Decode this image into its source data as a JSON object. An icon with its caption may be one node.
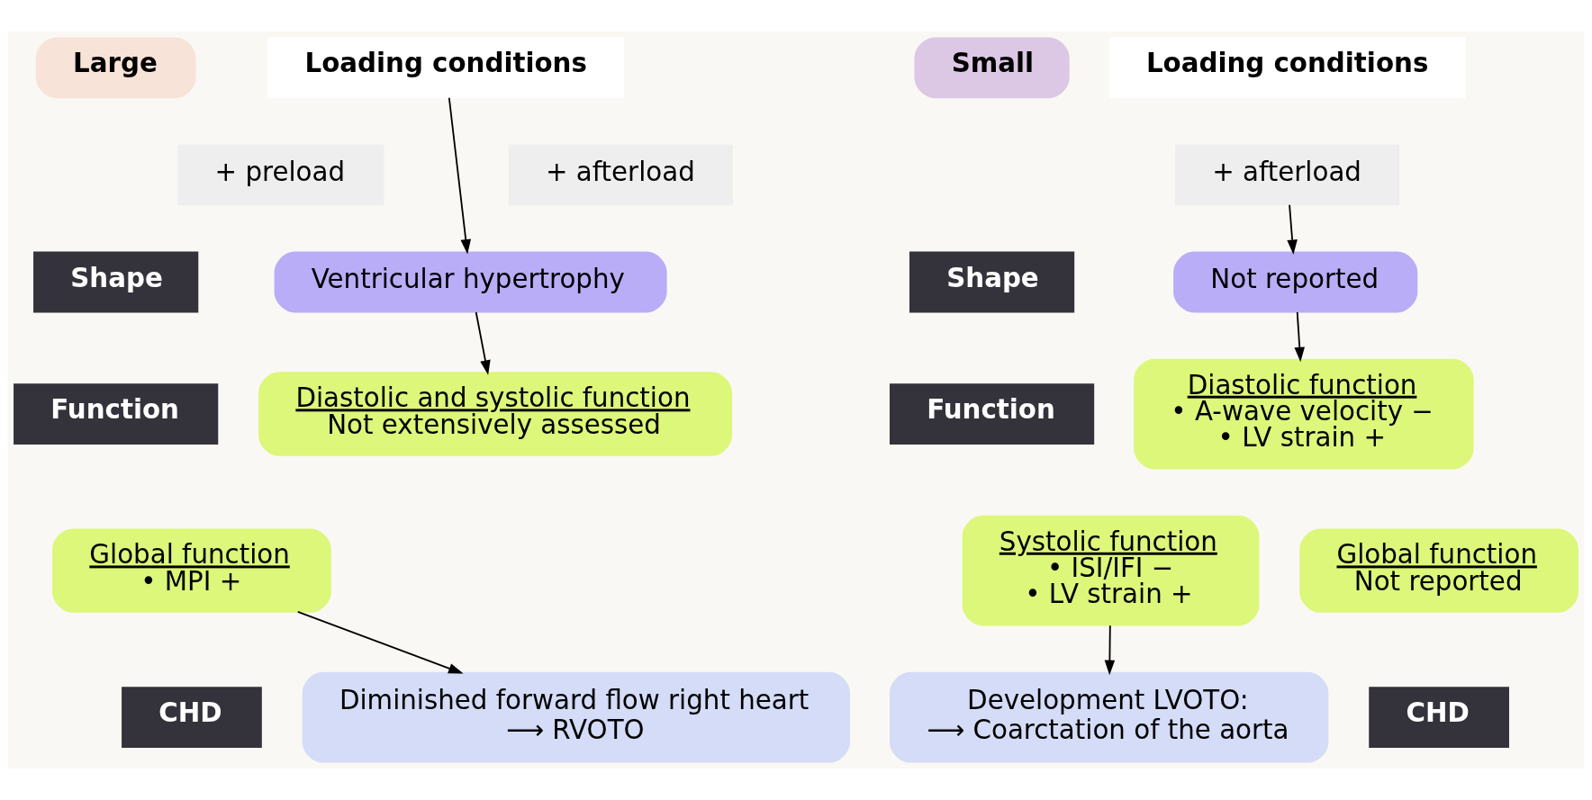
{
  "diagram": {
    "nodes": [
      {
        "text": [
          "Large"
        ]
      },
      {
        "text": [
          "Loading conditions"
        ]
      },
      {
        "text": [
          "+ preload"
        ]
      },
      {
        "text": [
          "+ afterload"
        ]
      },
      {
        "text": [
          "Shape"
        ]
      },
      {
        "text": [
          "Ventricular hypertrophy"
        ]
      },
      {
        "text": [
          "Function"
        ]
      },
      {
        "text": [
          "Diastolic and systolic function",
          "Not extensively assessed"
        ]
      },
      {
        "text": [
          "Global function",
          "• MPI +"
        ]
      },
      {
        "text": [
          "CHD"
        ]
      },
      {
        "text": [
          "Diminished forward flow right heart",
          "⟶ RVOTO"
        ]
      },
      {
        "text": [
          "Small"
        ]
      },
      {
        "text": [
          "Loading conditions"
        ]
      },
      {
        "text": [
          "+ afterload"
        ]
      },
      {
        "text": [
          "Shape"
        ]
      },
      {
        "text": [
          "Not reported"
        ]
      },
      {
        "text": [
          "Function"
        ]
      },
      {
        "text": [
          "Diastolic function",
          "• A-wave velocity −",
          "• LV strain +"
        ]
      },
      {
        "text": [
          "Systolic function",
          "• ISI/IFI −",
          "• LV strain +"
        ]
      },
      {
        "text": [
          "Global function",
          "Not reported"
        ]
      },
      {
        "text": [
          "CHD"
        ]
      },
      {
        "text": [
          "Development LVOTO:",
          "⟶ Coarctation of the aorta"
        ]
      }
    ],
    "edges": [
      {
        "from": 1,
        "to": 5,
        "arrow": "to"
      },
      {
        "from": 5,
        "to": 7,
        "arrow": "to"
      },
      {
        "from": 8,
        "to": 10,
        "arrow": "to"
      },
      {
        "from": 13,
        "to": 15,
        "arrow": "to"
      },
      {
        "from": 15,
        "to": 17,
        "arrow": "to"
      },
      {
        "from": 18,
        "to": 21,
        "arrow": "to"
      }
    ]
  }
}
